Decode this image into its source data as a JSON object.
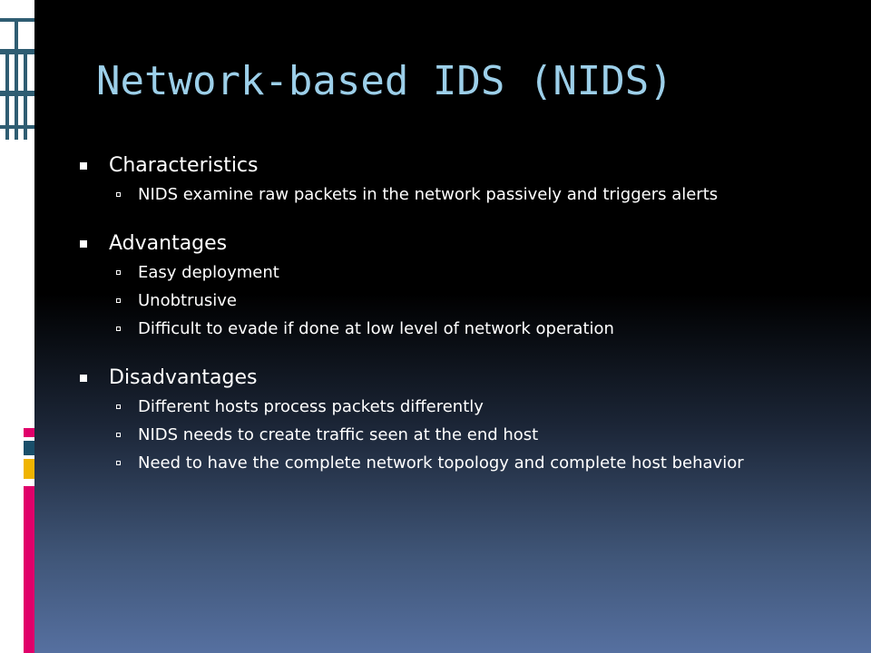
{
  "slide": {
    "title": "Network-based IDS (NIDS)",
    "sections": [
      {
        "heading": "Characteristics",
        "items": [
          "NIDS examine raw packets in the network passively and triggers alerts"
        ]
      },
      {
        "heading": "Advantages",
        "items": [
          "Easy deployment",
          "Unobtrusive",
          "Difficult to evade if done at low level of network operation"
        ]
      },
      {
        "heading": "Disadvantages",
        "items": [
          "Different hosts process packets differently",
          "NIDS needs to create traffic seen at the end host",
          "Need to have the complete network topology and complete host behavior"
        ]
      }
    ]
  },
  "colors": {
    "title": "#9ccfe9",
    "text": "#ffffff",
    "accent_magenta": "#e0006a",
    "accent_yellow": "#f0b400",
    "accent_teal": "#1a4f6a"
  },
  "icons": {
    "level1_bullet": "filled-square-bullet-icon",
    "level2_bullet": "hollow-square-bullet-icon"
  }
}
